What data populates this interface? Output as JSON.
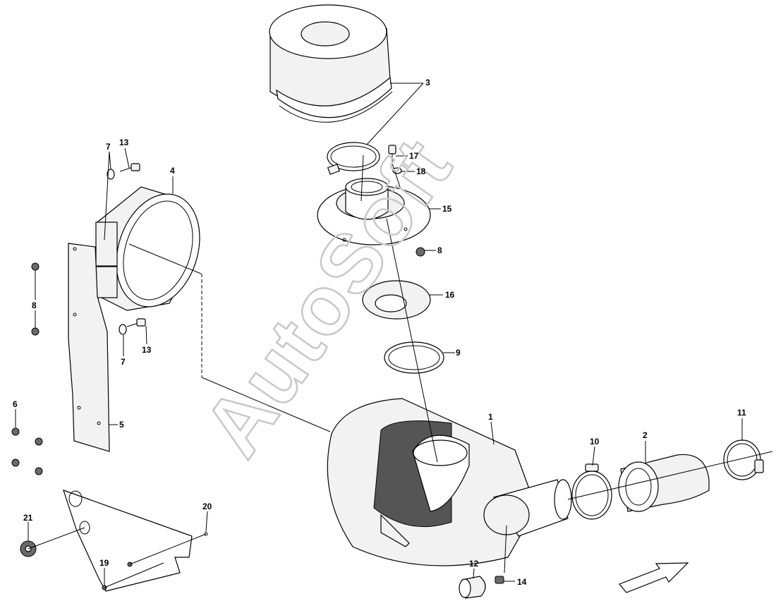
{
  "watermark": {
    "text": "AutoSoft"
  },
  "callouts": [
    {
      "id": "c3",
      "text": "3"
    },
    {
      "id": "c7a",
      "text": "7"
    },
    {
      "id": "c13a",
      "text": "13"
    },
    {
      "id": "c4",
      "text": "4"
    },
    {
      "id": "c17",
      "text": "17"
    },
    {
      "id": "c18",
      "text": "18"
    },
    {
      "id": "c15",
      "text": "15"
    },
    {
      "id": "c8a",
      "text": "8"
    },
    {
      "id": "c8b",
      "text": "8"
    },
    {
      "id": "c16",
      "text": "16"
    },
    {
      "id": "c13b",
      "text": "13"
    },
    {
      "id": "c7b",
      "text": "7"
    },
    {
      "id": "c9",
      "text": "9"
    },
    {
      "id": "c6",
      "text": "6"
    },
    {
      "id": "c5",
      "text": "5"
    },
    {
      "id": "c1",
      "text": "1"
    },
    {
      "id": "c11",
      "text": "11"
    },
    {
      "id": "c2",
      "text": "2"
    },
    {
      "id": "c10",
      "text": "10"
    },
    {
      "id": "c20",
      "text": "20"
    },
    {
      "id": "c21",
      "text": "21"
    },
    {
      "id": "c19",
      "text": "19"
    },
    {
      "id": "c12",
      "text": "12"
    },
    {
      "id": "c14",
      "text": "14"
    }
  ]
}
